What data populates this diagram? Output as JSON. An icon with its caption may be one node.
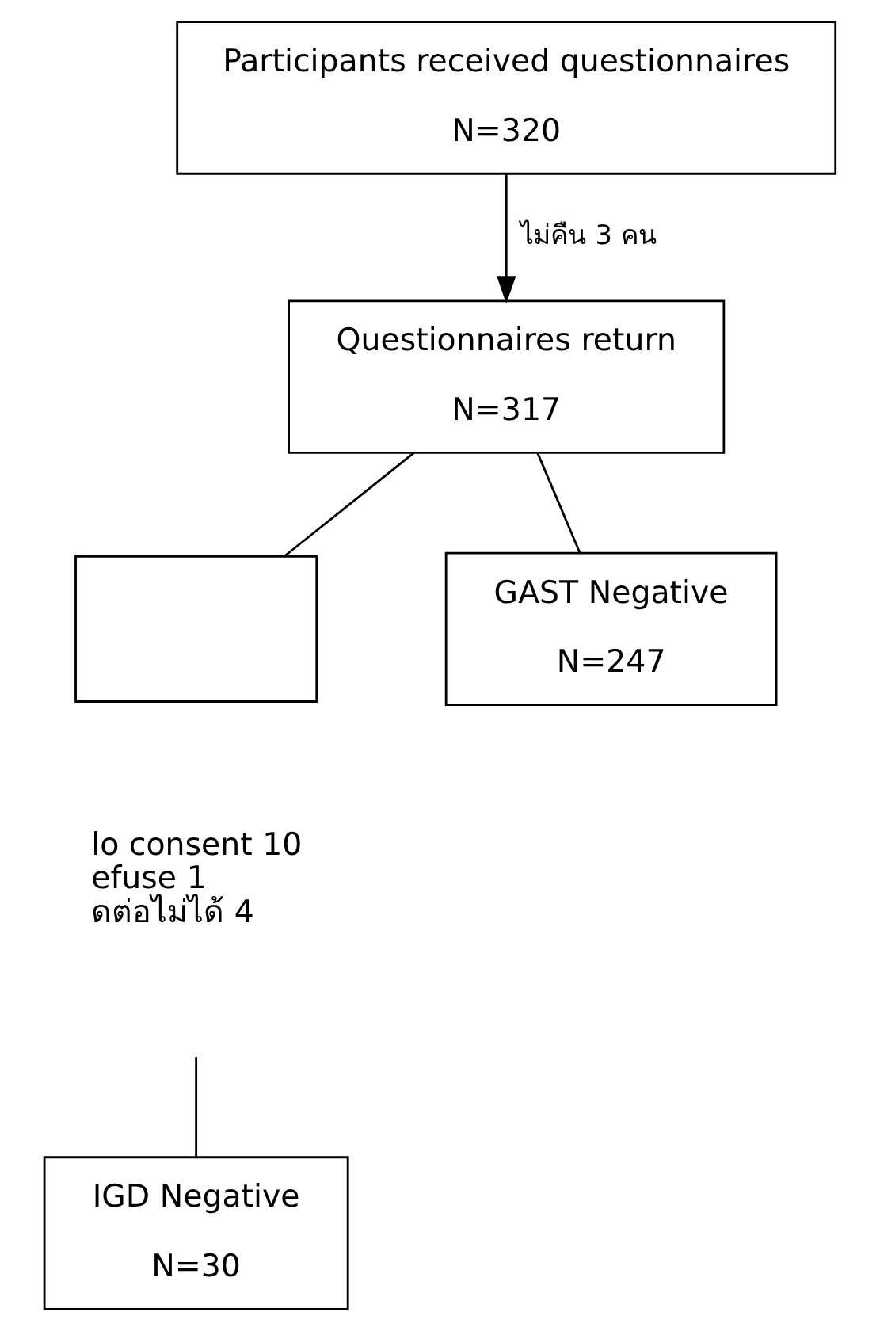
{
  "diagram": {
    "nodes": [
      {
        "text": [
          "Participants received questionnaires",
          "N=320"
        ]
      },
      {
        "text": [
          "Questionnaires return",
          "N=317"
        ]
      },
      {
        "text": [],
        "shape": "box"
      },
      {
        "text": [
          "GAST Negative",
          "N=247"
        ]
      },
      {
        "text": [
          "IGD Negative",
          "N=30"
        ]
      }
    ],
    "edges": [
      {
        "from": 0,
        "to": 1,
        "arrow": "to",
        "label": "ไม่คืน 3 คน"
      },
      {
        "from": 1,
        "to": 2,
        "arrow": "none"
      },
      {
        "from": 1,
        "to": 3,
        "arrow": "none"
      },
      {
        "from": null,
        "to": 4,
        "arrow": "none"
      }
    ],
    "labels": [
      "lo consent 10",
      "efuse 1",
      "ดต่อไม่ได้ 4"
    ]
  }
}
